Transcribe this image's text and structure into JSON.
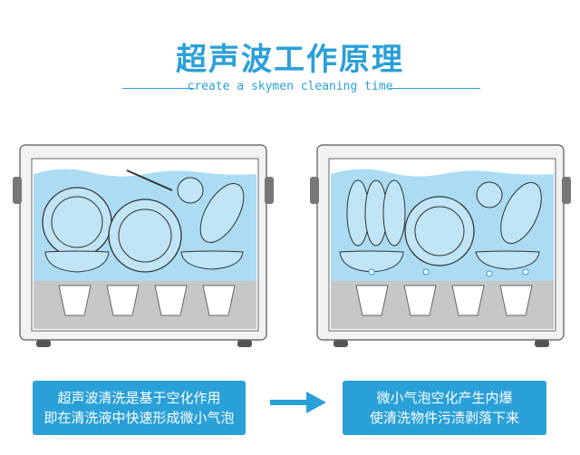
{
  "title": "超声波工作原理",
  "subtitle": "create a skymen cleaning time",
  "captions": {
    "left": [
      "超声波清洗是基于空化作用",
      "即在清洗液中快速形成微小气泡"
    ],
    "right": [
      "微小气泡空化产生内爆",
      "使清洗物件污渍剥落下来"
    ]
  },
  "colors": {
    "accent": "#2aa0d8",
    "water": "#8fd0ef",
    "base": "#b8b8b8"
  }
}
